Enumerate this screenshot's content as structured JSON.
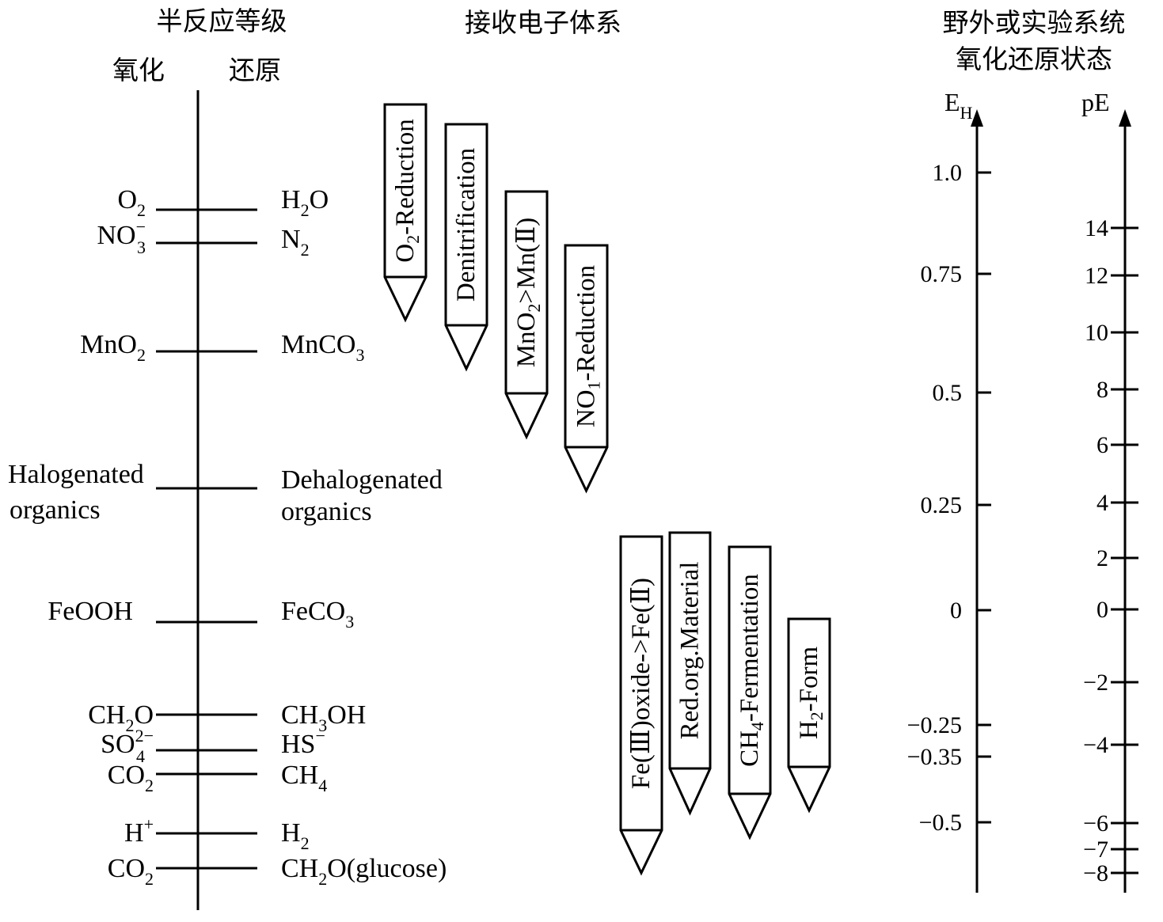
{
  "headers": {
    "half_reaction": "半反应等级",
    "oxidized": "氧化",
    "reduced": "还原",
    "acceptor_systems": "接收电子体系",
    "field_system_line1": "野外或实验系统",
    "field_system_line2": "氧化还原状态"
  },
  "couples": [
    {
      "ox": "O",
      "ox_sub": "2",
      "red": "H",
      "red_sub": "2",
      "red_tail": "O"
    },
    {
      "ox": "NO",
      "ox_sub": "3",
      "ox_sup": "−",
      "red": "N",
      "red_sub": "2"
    },
    {
      "ox": "MnO",
      "ox_sub": "2",
      "red": "MnCO",
      "red_sub": "3"
    },
    {
      "ox": "Halogenated",
      "ox2": "organics",
      "red": "Dehalogenated",
      "red2": "organics"
    },
    {
      "ox": "FeOOH",
      "red": "FeCO",
      "red_sub": "3"
    },
    {
      "ox": "CH",
      "ox_sub": "2",
      "ox_tail": "O",
      "red": "CH",
      "red_sub": "3",
      "red_tail": "OH"
    },
    {
      "ox": "SO",
      "ox_sub": "4",
      "ox_sup": "2−",
      "red": "HS",
      "red_sup": "−"
    },
    {
      "ox": "CO",
      "ox_sub": "2",
      "red": "CH",
      "red_sub": "4"
    },
    {
      "ox": "H",
      "ox_sup": "+",
      "red": "H",
      "red_sub": "2"
    },
    {
      "ox": "CO",
      "ox_sub": "2",
      "red": "CH",
      "red_sub": "2",
      "red_tail": "O(glucose)"
    }
  ],
  "acceptors": [
    {
      "pre": "O",
      "sub": "2",
      "post": "-Reduction"
    },
    {
      "pre": "Denitrification",
      "sub": "",
      "post": ""
    },
    {
      "pre": "MnO",
      "sub": "2",
      "post": ">Mn(Ⅱ)"
    },
    {
      "pre": "NO",
      "sub": "1",
      "post": "-Reduction"
    },
    {
      "pre": "Fe(Ⅲ)oxide->Fe(Ⅱ)",
      "sub": "",
      "post": ""
    },
    {
      "pre": "Red.org.Material",
      "sub": "",
      "post": ""
    },
    {
      "pre": "CH",
      "sub": "4",
      "post": "-Fermentation"
    },
    {
      "pre": "H",
      "sub": "2",
      "post": "-Form"
    }
  ],
  "eh_axis": {
    "label": "E",
    "label_sub": "H",
    "ticks": [
      "1.0",
      "0.75",
      "0.5",
      "0.25",
      "0",
      "−0.25",
      "−0.35",
      "−0.5"
    ]
  },
  "pe_axis": {
    "label": "pE",
    "ticks": [
      "14",
      "12",
      "10",
      "8",
      "6",
      "4",
      "2",
      "0",
      "−2",
      "−4",
      "−6",
      "−7",
      "−8"
    ]
  }
}
